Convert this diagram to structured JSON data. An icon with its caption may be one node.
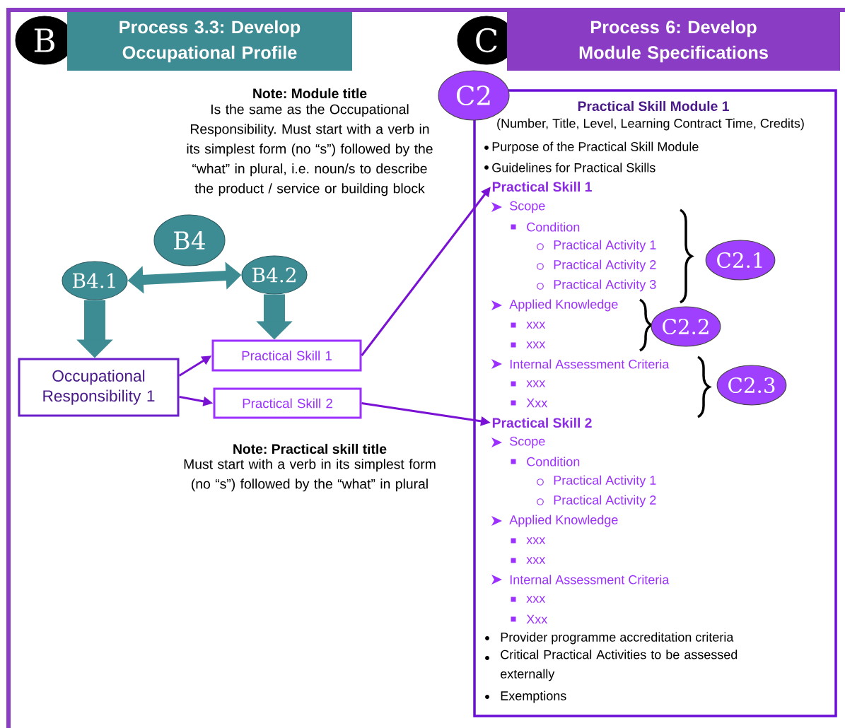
{
  "diagram": {
    "nodes": [
      {
        "text": [
          "B"
        ]
      },
      {
        "text": [
          "Process 3.3: Develop Occupational Profile"
        ]
      },
      {
        "text": [
          "C"
        ]
      },
      {
        "text": [
          "Process 6: Develop Module Specifications"
        ]
      },
      {
        "text": [
          "B4"
        ]
      },
      {
        "text": [
          "B4.1"
        ]
      },
      {
        "text": [
          "B4.2"
        ]
      },
      {
        "text": [
          "Occupational Responsibility 1"
        ]
      },
      {
        "text": [
          "Practical Skill  1"
        ]
      },
      {
        "text": [
          "Practical Skill  2"
        ]
      },
      {
        "text": [
          "C2"
        ]
      },
      {
        "text": [
          "Practical Skill Module 1",
          "(Number, Title, Level, Learning Contract Time, Credits)",
          "Purpose of the Practical Skill Module",
          "Guidelines for Practical Skills"
        ]
      },
      {
        "text": [
          "Practical Skill 1"
        ],
        "in": 11
      },
      {
        "text": [
          "C2.1"
        ],
        "in": 11
      },
      {
        "text": [
          "C2.2"
        ],
        "in": 11
      },
      {
        "text": [
          "C2.3"
        ],
        "in": 11
      },
      {
        "text": [
          "Practical Skill 2"
        ],
        "in": 11
      }
    ],
    "edges": [
      {
        "from": 5,
        "to": 6,
        "arrow": "both",
        "style": "thick",
        "color": "#3d8b93"
      },
      {
        "from": 5,
        "to": 7,
        "arrow": "to",
        "style": "thick",
        "color": "#3d8b93"
      },
      {
        "from": 6,
        "to": 8,
        "arrow": "to",
        "style": "thick",
        "color": "#3d8b93"
      },
      {
        "from": 7,
        "to": 8,
        "arrow": "to"
      },
      {
        "from": 7,
        "to": 9,
        "arrow": "to"
      },
      {
        "from": 8,
        "to": 12,
        "arrow": "to"
      },
      {
        "from": 9,
        "to": 16,
        "arrow": "to"
      }
    ],
    "labels": [
      "Note: Module title",
      "Is the same as the Occupational Responsibility. Must start with a verb in its simplest form (no “s”) followed by the “what” in plural, i.e. noun/s to describe the product / service or building block",
      "Note: Practical skill title",
      "Must start with a verb in its simplest form (no “s”) followed by the “what” in plural",
      "Scope",
      "Condition",
      "Practical Activity 1",
      "Practical Activity 2",
      "Practical Activity 3",
      "Applied Knowledge",
      "xxx",
      "xxx",
      "Internal Assessment Criteria",
      "xxx",
      "Xxx",
      "Scope",
      "Condition",
      "Practical Activity 1",
      "Practical Activity 2",
      "Applied Knowledge",
      "xxx",
      "xxx",
      "Internal Assessment Criteria",
      "xxx",
      "Xxx",
      "Provider programme accreditation criteria",
      "Critical Practical Activities to be assessed externally",
      "Exemptions"
    ]
  }
}
